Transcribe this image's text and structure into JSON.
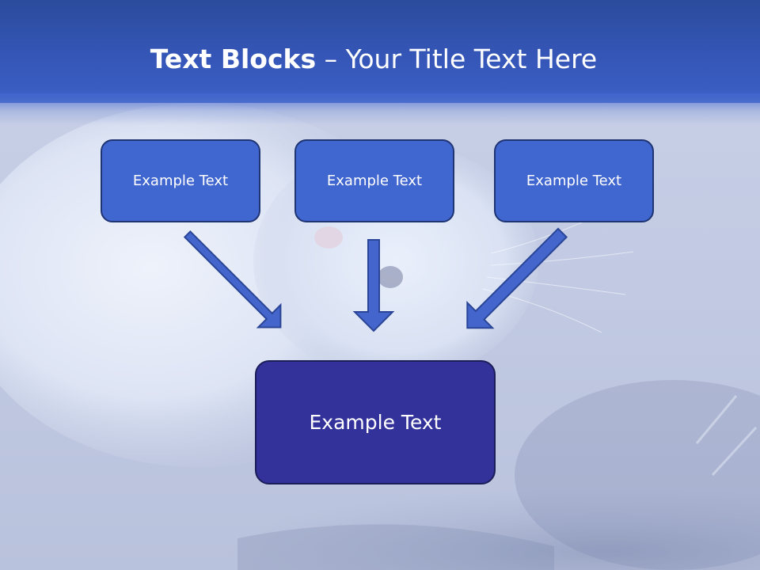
{
  "slide": {
    "title_bold": "Text Blocks",
    "title_rest": " – Your Title Text Here"
  },
  "diagram": {
    "top_boxes": [
      {
        "label": "Example Text"
      },
      {
        "label": "Example Text"
      },
      {
        "label": "Example Text"
      }
    ],
    "bottom_box": {
      "label": "Example Text"
    }
  },
  "colors": {
    "header_blue": "#3556b7",
    "box_fill": "#4066cf",
    "box_border": "#1f3473",
    "bottom_box_fill": "#33329a",
    "arrow_fill": "#4466cc"
  }
}
